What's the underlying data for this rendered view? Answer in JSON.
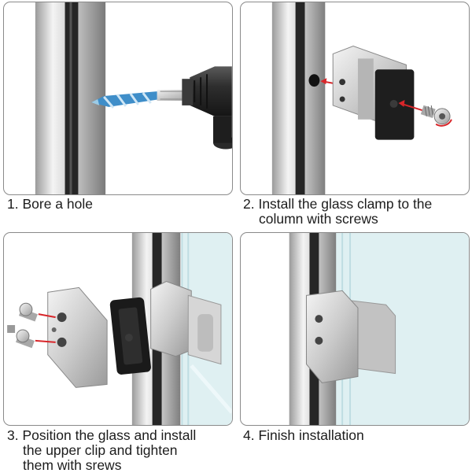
{
  "steps": [
    {
      "lines": [
        "1. Bore a hole"
      ]
    },
    {
      "lines": [
        "2. Install the glass clamp to the",
        "column with screws"
      ]
    },
    {
      "lines": [
        "3. Position the glass and install",
        "the upper clip and tighten",
        "them with srews"
      ]
    },
    {
      "lines": [
        "4. Finish installation"
      ]
    }
  ],
  "colors": {
    "panel_border": "#8a8a8a",
    "pipe_light": "#e9e9e9",
    "pipe_dark": "#2a2a2a",
    "glass_tint": "#cfe8ec",
    "drill_bit": "#3f8ec9",
    "arrow_red": "#d8262a",
    "gasket": "#1a1a1a"
  }
}
